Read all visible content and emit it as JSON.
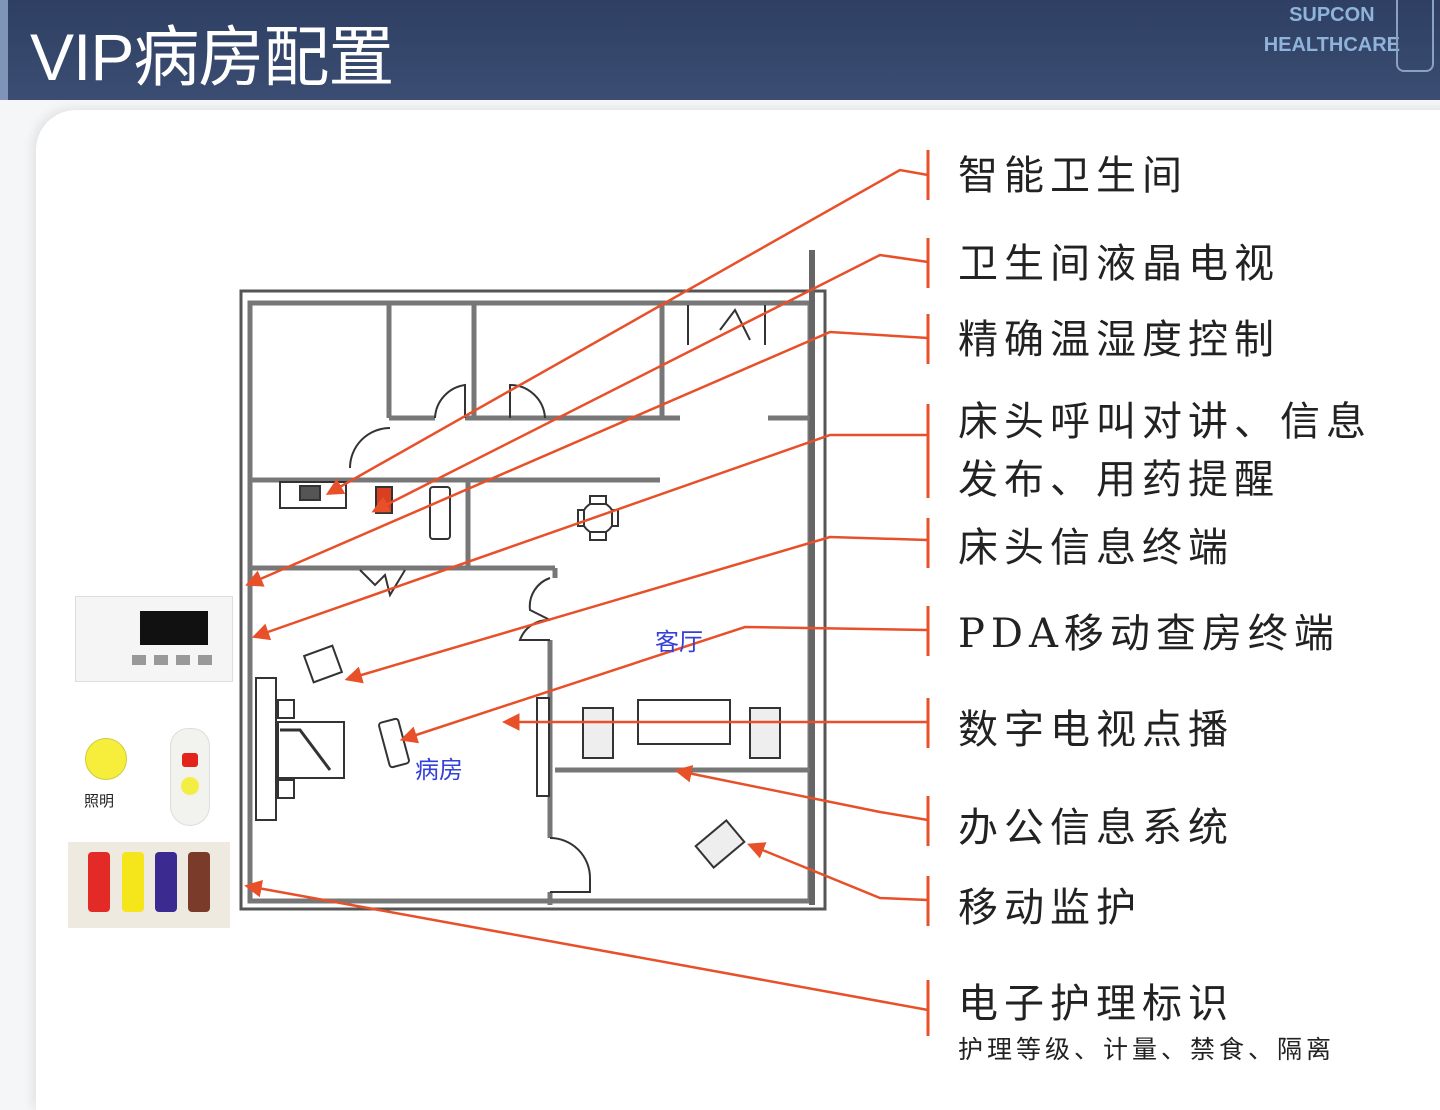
{
  "header": {
    "title": "VIP病房配置",
    "logo_line1": "SUPCON",
    "logo_line2": "HEALTHCARE"
  },
  "floorplan": {
    "living_room": "客厅",
    "ward": "病房"
  },
  "devices": {
    "light_label": "照明"
  },
  "labels": [
    {
      "text": "智能卫生间"
    },
    {
      "text": "卫生间液晶电视"
    },
    {
      "text": "精确温湿度控制"
    },
    {
      "text": "床头呼叫对讲、信息",
      "text2": "发布、用药提醒"
    },
    {
      "text": "床头信息终端"
    },
    {
      "text": "PDA移动查房终端"
    },
    {
      "text": "数字电视点播"
    },
    {
      "text": "办公信息系统"
    },
    {
      "text": "移动监护"
    },
    {
      "text": "电子护理标识",
      "text2": "护理等级、计量、禁食、隔离"
    }
  ],
  "colors": {
    "header": "#34466b",
    "arrow": "#e8502a",
    "wall": "#777777",
    "room_label": "#3540d8"
  }
}
